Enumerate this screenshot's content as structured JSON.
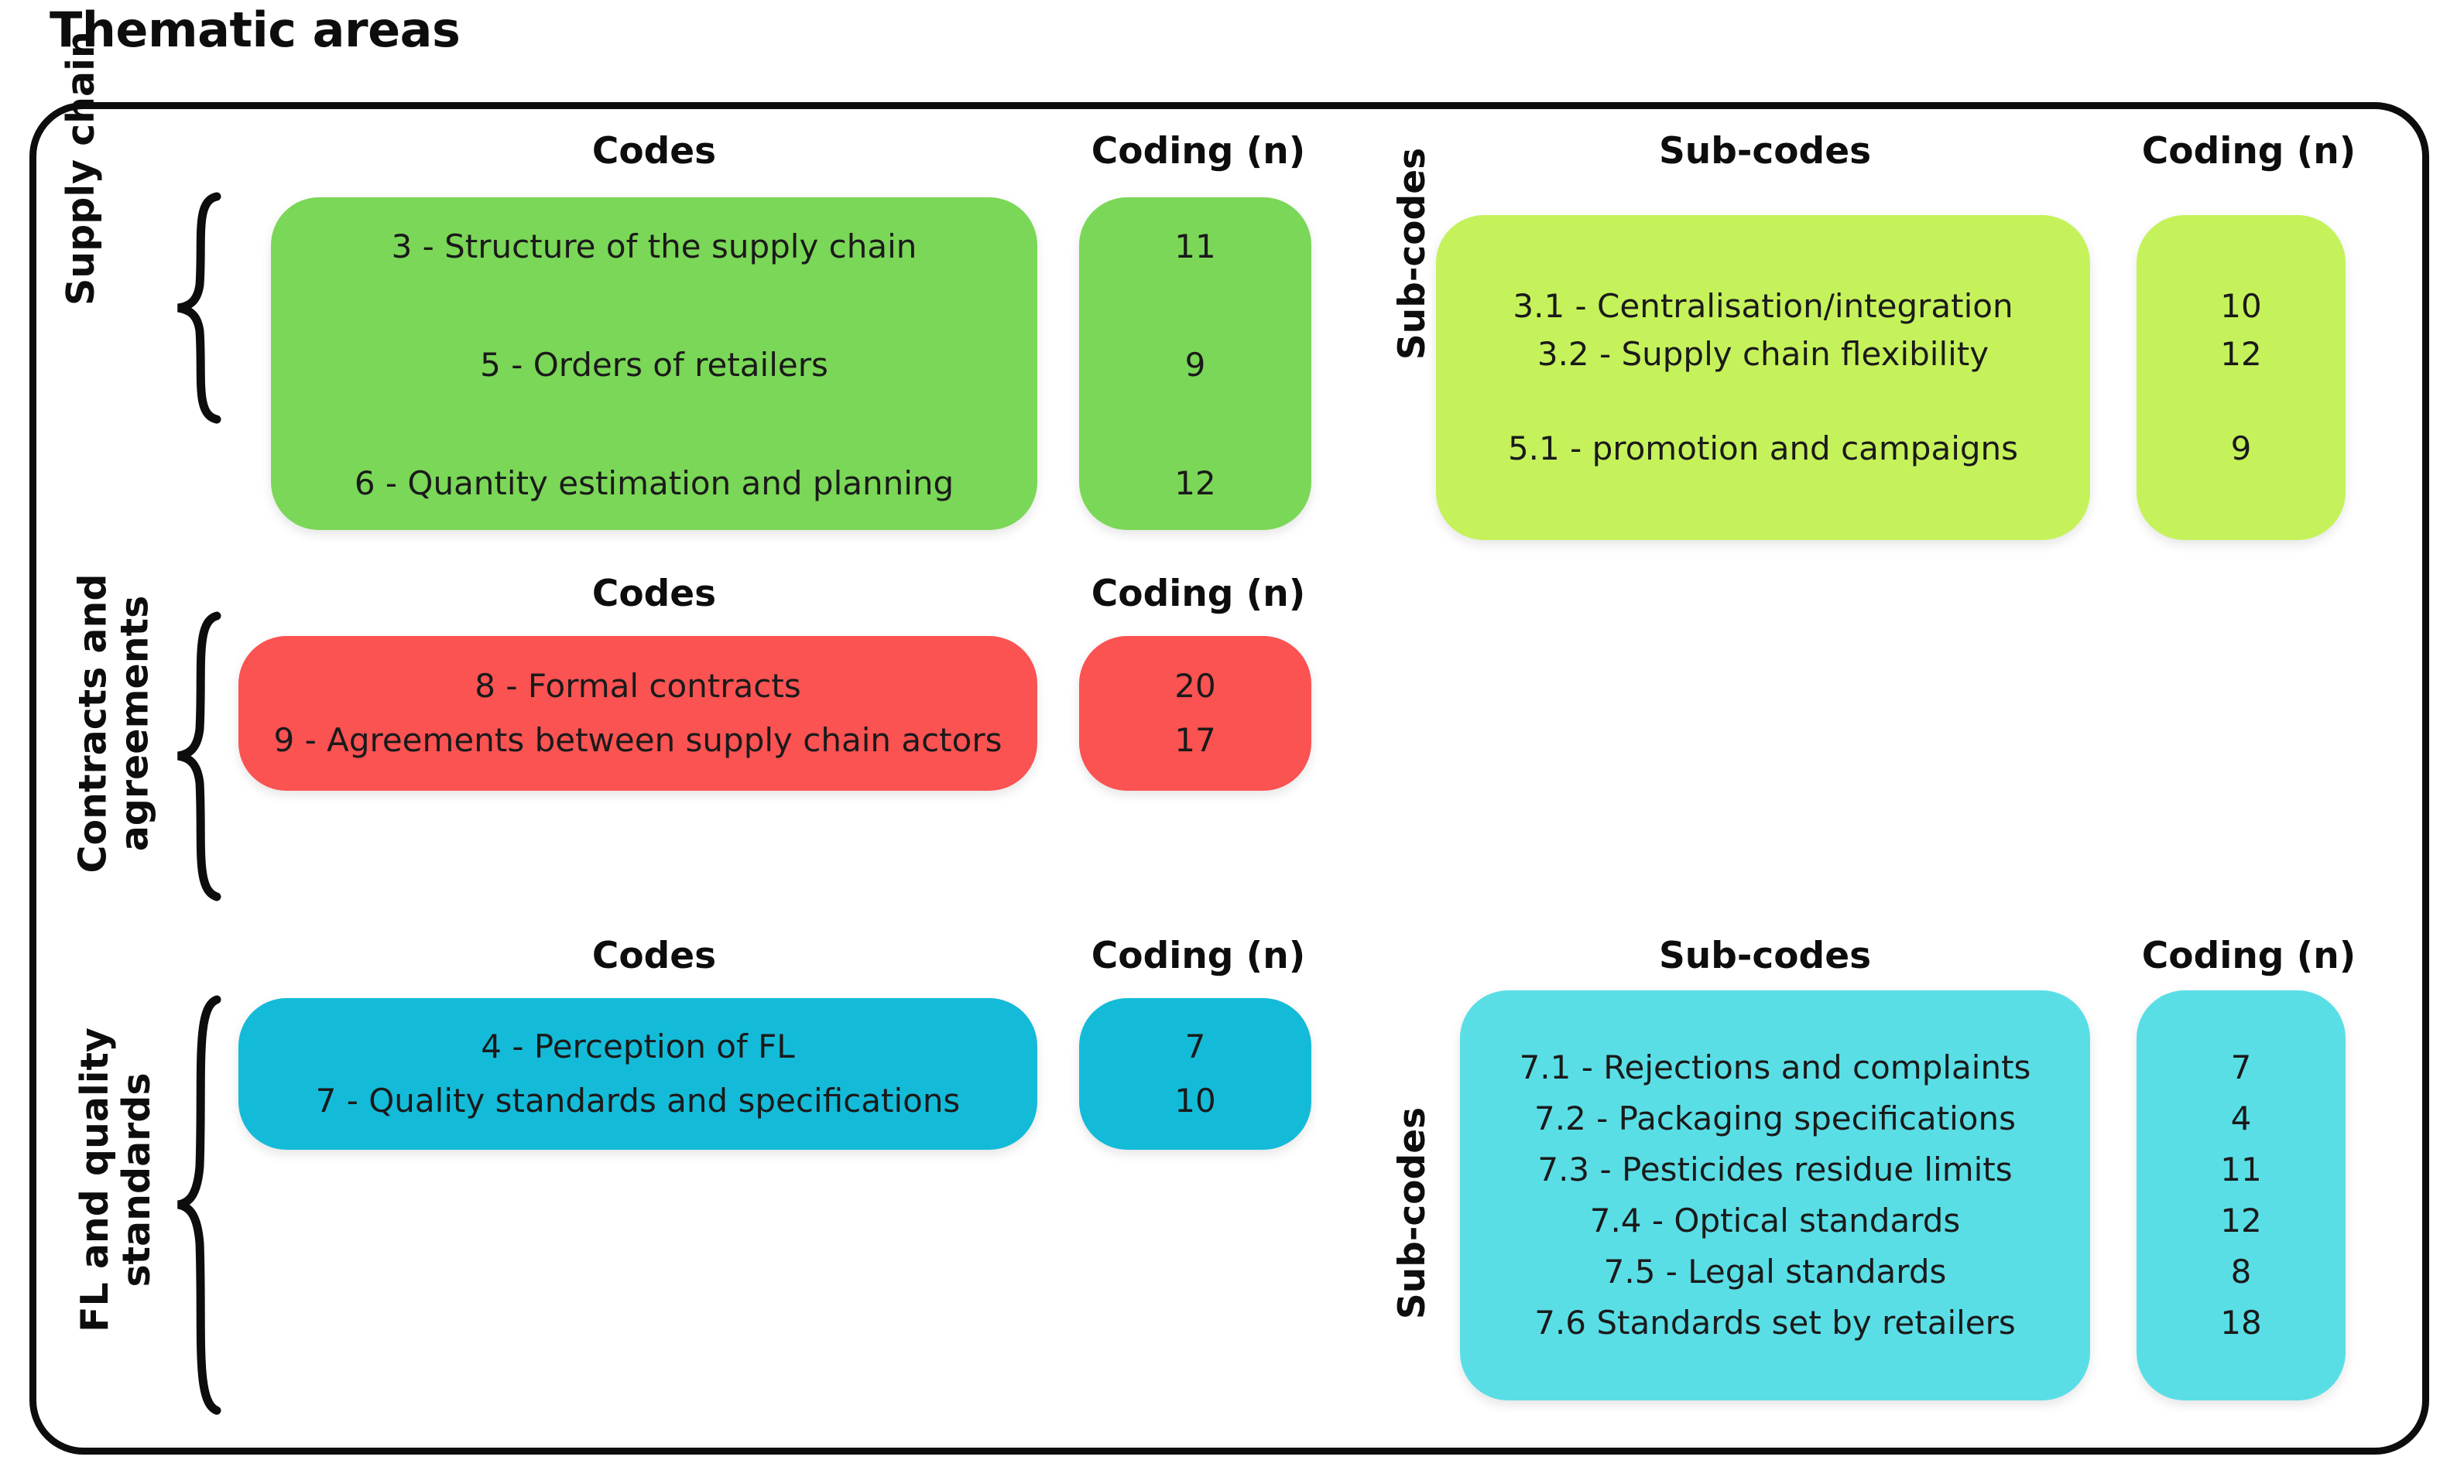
{
  "page": {
    "title": "Thematic areas"
  },
  "colors": {
    "green": "#7BD757",
    "light_green": "#C5F25B",
    "red": "#FB5252",
    "blue": "#14BBD8",
    "light_blue": "#5ADEE6",
    "outline": "#0D0D0D",
    "text": "#1A1A1A"
  },
  "headers": {
    "codes": "Codes",
    "coding": "Coding (n)",
    "subcodes": "Sub-codes"
  },
  "side_labels": {
    "subcodes": "Sub-codes"
  },
  "rows": [
    {
      "theme": "Supply chain",
      "codes": {
        "items": [
          "3 - Structure of the supply chain",
          "5 - Orders of retailers",
          "6 - Quantity estimation and planning"
        ],
        "counts": [
          "11",
          "9",
          "12"
        ]
      },
      "subcodes": {
        "items": [
          "3.1 - Centralisation/integration",
          "3.2 - Supply chain flexibility",
          "5.1 - promotion and campaigns"
        ],
        "counts": [
          "10",
          "12",
          "9"
        ]
      }
    },
    {
      "theme": "Contracts and agreements",
      "codes": {
        "items": [
          "8 - Formal contracts",
          "9 - Agreements between supply chain actors"
        ],
        "counts": [
          "20",
          "17"
        ]
      },
      "subcodes": null
    },
    {
      "theme": "FL and quality standards",
      "codes": {
        "items": [
          "4 - Perception of FL",
          "7 - Quality standards and specifications"
        ],
        "counts": [
          "7",
          "10"
        ]
      },
      "subcodes": {
        "items": [
          "7.1 - Rejections and complaints",
          "7.2 - Packaging specifications",
          "7.3 - Pesticides residue limits",
          "7.4 - Optical standards",
          "7.5 - Legal standards",
          "7.6  Standards set by retailers"
        ],
        "counts": [
          "7",
          "4",
          "11",
          "12",
          "8",
          "18"
        ]
      }
    }
  ],
  "chart_data": {
    "type": "table",
    "title": "Thematic areas",
    "columns": [
      "Thematic area",
      "Codes",
      "Coding (n)",
      "Sub-codes",
      "Coding (n)"
    ],
    "rows": [
      {
        "theme": "Supply chain",
        "code": "3 - Structure of the supply chain",
        "n": 11,
        "subcode": "3.1 - Centralisation/integration",
        "sub_n": 10
      },
      {
        "theme": "Supply chain",
        "code": "3 - Structure of the supply chain",
        "n": 11,
        "subcode": "3.2 - Supply chain flexibility",
        "sub_n": 12
      },
      {
        "theme": "Supply chain",
        "code": "5 - Orders of retailers",
        "n": 9,
        "subcode": "5.1 - promotion and campaigns",
        "sub_n": 9
      },
      {
        "theme": "Supply chain",
        "code": "6 - Quantity estimation and planning",
        "n": 12,
        "subcode": null,
        "sub_n": null
      },
      {
        "theme": "Contracts and agreements",
        "code": "8 - Formal contracts",
        "n": 20,
        "subcode": null,
        "sub_n": null
      },
      {
        "theme": "Contracts and agreements",
        "code": "9 - Agreements between supply chain actors",
        "n": 17,
        "subcode": null,
        "sub_n": null
      },
      {
        "theme": "FL and quality standards",
        "code": "4 - Perception of FL",
        "n": 7,
        "subcode": null,
        "sub_n": null
      },
      {
        "theme": "FL and quality standards",
        "code": "7 - Quality standards and specifications",
        "n": 10,
        "subcode": "7.1 - Rejections and complaints",
        "sub_n": 7
      },
      {
        "theme": "FL and quality standards",
        "code": "7 - Quality standards and specifications",
        "n": 10,
        "subcode": "7.2 - Packaging specifications",
        "sub_n": 4
      },
      {
        "theme": "FL and quality standards",
        "code": "7 - Quality standards and specifications",
        "n": 10,
        "subcode": "7.3 - Pesticides residue limits",
        "sub_n": 11
      },
      {
        "theme": "FL and quality standards",
        "code": "7 - Quality standards and specifications",
        "n": 10,
        "subcode": "7.4 - Optical standards",
        "sub_n": 12
      },
      {
        "theme": "FL and quality standards",
        "code": "7 - Quality standards and specifications",
        "n": 10,
        "subcode": "7.5 - Legal standards",
        "sub_n": 8
      },
      {
        "theme": "FL and quality standards",
        "code": "7 - Quality standards and specifications",
        "n": 10,
        "subcode": "7.6  Standards set by retailers",
        "sub_n": 18
      }
    ]
  }
}
